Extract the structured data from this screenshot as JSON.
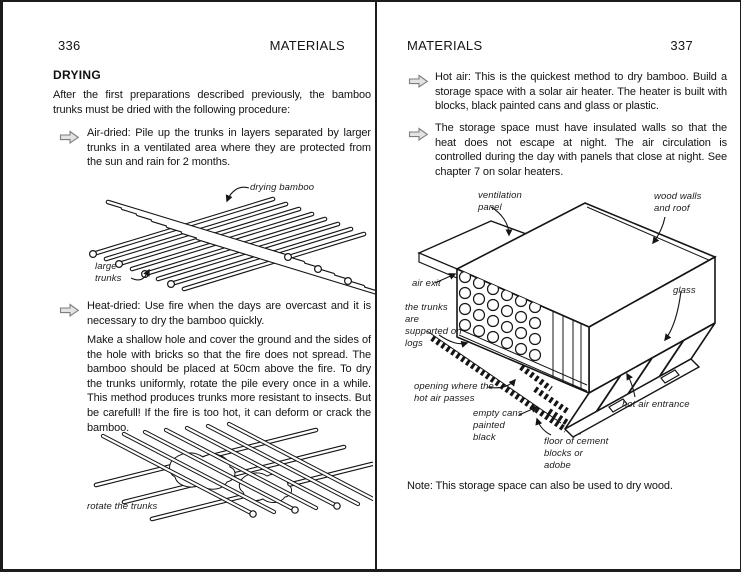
{
  "left_page": {
    "page_number": "336",
    "running_head": "MATERIALS",
    "section_heading": "DRYING",
    "intro": "After the first preparations described previously, the bamboo trunks must be dried with the following procedure:",
    "bullet_air_dried": "Air-dried: Pile up the trunks in layers separated by larger trunks in a ventilated area where they are protected from the sun and rain for 2 months.",
    "figure1": {
      "label_top": "drying bamboo",
      "label_bottom": "large trunks"
    },
    "bullet_heat_dried": "Heat-dried: Use fire when the days are overcast and it is necessary to dry the bamboo quickly.",
    "heat_paragraph": "Make a shallow hole and cover the ground and the sides of the hole with bricks so that the fire does not spread. The bamboo should be placed at 50cm above the fire. To dry the trunks uniformly, rotate the pile every once in a while. This method produces trunks more resistant to insects. But be carefull! If the fire is too hot, it can deform or crack the bamboo.",
    "figure2": {
      "label": "rotate the trunks"
    }
  },
  "right_page": {
    "page_number": "337",
    "running_head": "MATERIALS",
    "bullet_hot_air": "Hot air: This is the quickest method to dry bamboo. Build a storage space with a solar air heater. The heater is built with blocks, black painted cans and glass or plastic.",
    "bullet_storage": "The storage space must have insulated walls so that the heat does not escape at night. The air circulation is controlled during the day with panels that close at night. See chapter 7 on solar heaters.",
    "figure": {
      "label_ventilation": "ventilation panel",
      "label_wood_walls": "wood walls and roof",
      "label_air_exit": "air exit",
      "label_trunks": "the trunks are supported on logs",
      "label_glass": "glass",
      "label_opening": "opening where the hot air passes",
      "label_cans": "empty cans painted black",
      "label_hot_air_entrance": "hot air entrance",
      "label_floor": "floor of cement blocks or adobe"
    },
    "note": "Note: This storage space can also be used to dry wood."
  }
}
